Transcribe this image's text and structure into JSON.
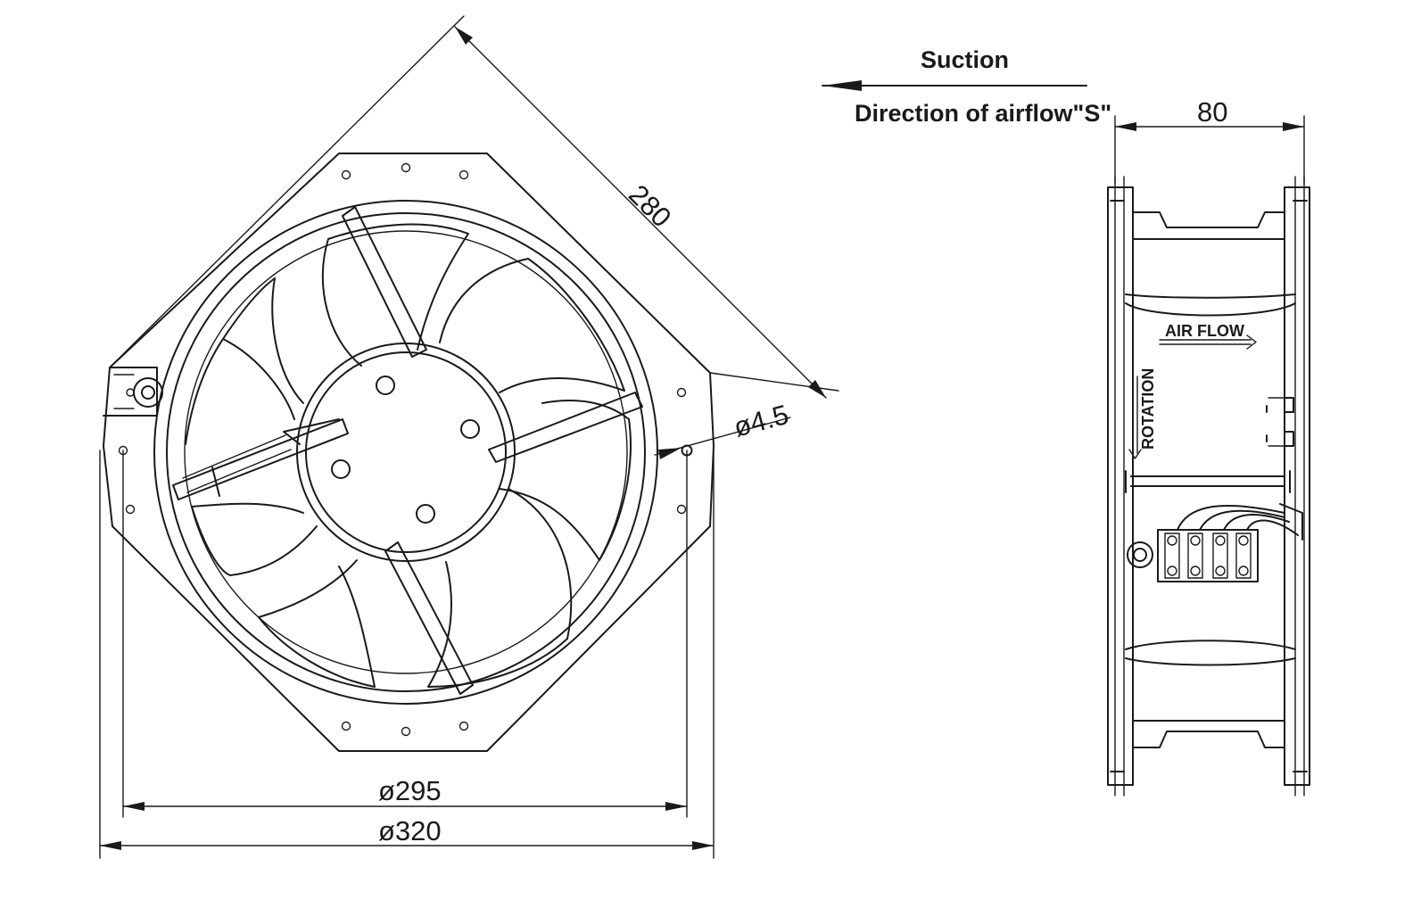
{
  "labels": {
    "suction": "Suction",
    "direction": "Direction of airflow\"S\"",
    "air_flow": "AIR FLOW",
    "rotation": "ROTATION"
  },
  "dimensions": {
    "diagonal": "280",
    "hole": "ø4.5",
    "inner_diameter": "ø295",
    "outer_diameter": "ø320",
    "depth": "80"
  }
}
